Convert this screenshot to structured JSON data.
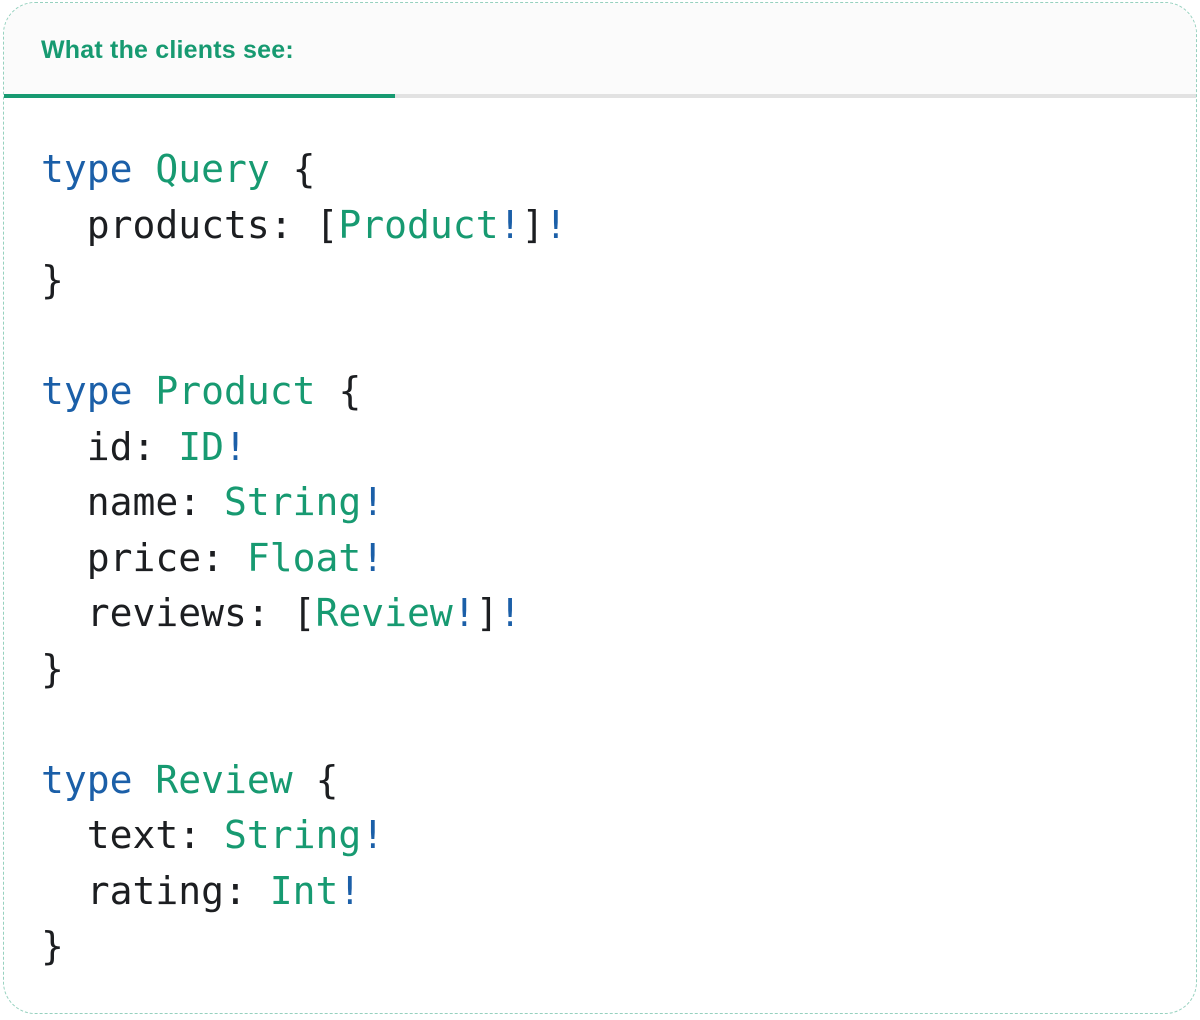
{
  "colors": {
    "accent_green": "#179A71",
    "keyword_blue": "#1B5FA8",
    "code_dark": "#1C1E21",
    "divider_gray": "#E2E2E2",
    "header_bg": "#FBFBFB",
    "card_bg": "#FFFFFF",
    "border_green": "rgba(23,154,113,0.45)"
  },
  "header": {
    "tab_label": "What the clients see:"
  },
  "code": {
    "language": "graphql",
    "text": "type Query {\n  products: [Product!]!\n}\n\ntype Product {\n  id: ID!\n  name: String!\n  price: Float!\n  reviews: [Review!]!\n}\n\ntype Review {\n  text: String!\n  rating: Int!\n}",
    "lines": [
      [
        {
          "s": "type",
          "c": "k"
        },
        {
          "s": " ",
          "c": "p"
        },
        {
          "s": "Query",
          "c": "t"
        },
        {
          "s": " {",
          "c": "p"
        }
      ],
      [
        {
          "s": "  products: [",
          "c": "p"
        },
        {
          "s": "Product",
          "c": "t"
        },
        {
          "s": "!",
          "c": "k"
        },
        {
          "s": "]",
          "c": "p"
        },
        {
          "s": "!",
          "c": "k"
        }
      ],
      [
        {
          "s": "}",
          "c": "p"
        }
      ],
      [],
      [
        {
          "s": "type",
          "c": "k"
        },
        {
          "s": " ",
          "c": "p"
        },
        {
          "s": "Product",
          "c": "t"
        },
        {
          "s": " {",
          "c": "p"
        }
      ],
      [
        {
          "s": "  id: ",
          "c": "p"
        },
        {
          "s": "ID",
          "c": "t"
        },
        {
          "s": "!",
          "c": "k"
        }
      ],
      [
        {
          "s": "  name: ",
          "c": "p"
        },
        {
          "s": "String",
          "c": "t"
        },
        {
          "s": "!",
          "c": "k"
        }
      ],
      [
        {
          "s": "  price: ",
          "c": "p"
        },
        {
          "s": "Float",
          "c": "t"
        },
        {
          "s": "!",
          "c": "k"
        }
      ],
      [
        {
          "s": "  reviews: [",
          "c": "p"
        },
        {
          "s": "Review",
          "c": "t"
        },
        {
          "s": "!",
          "c": "k"
        },
        {
          "s": "]",
          "c": "p"
        },
        {
          "s": "!",
          "c": "k"
        }
      ],
      [
        {
          "s": "}",
          "c": "p"
        }
      ],
      [],
      [
        {
          "s": "type",
          "c": "k"
        },
        {
          "s": " ",
          "c": "p"
        },
        {
          "s": "Review",
          "c": "t"
        },
        {
          "s": " {",
          "c": "p"
        }
      ],
      [
        {
          "s": "  text: ",
          "c": "p"
        },
        {
          "s": "String",
          "c": "t"
        },
        {
          "s": "!",
          "c": "k"
        }
      ],
      [
        {
          "s": "  rating: ",
          "c": "p"
        },
        {
          "s": "Int",
          "c": "t"
        },
        {
          "s": "!",
          "c": "k"
        }
      ],
      [
        {
          "s": "}",
          "c": "p"
        }
      ]
    ]
  }
}
